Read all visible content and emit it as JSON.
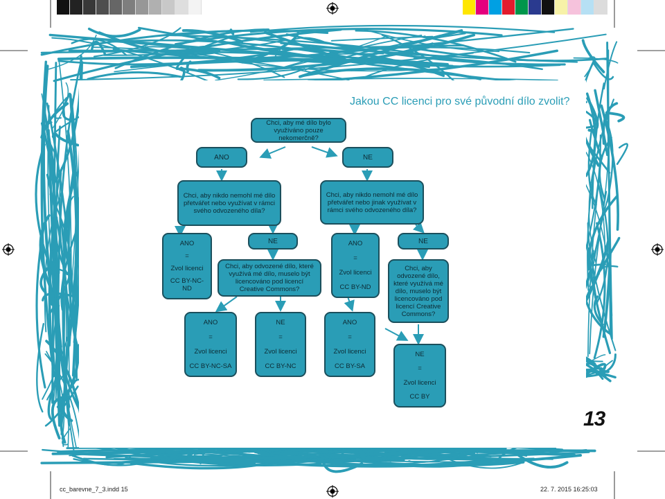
{
  "page": {
    "title": "Jakou CC licenci pro své původní dílo zvolit?",
    "page_number": "13"
  },
  "colors": {
    "node_fill": "#2a9db6",
    "node_border": "#1b4f5c",
    "arrow": "#2a9db6",
    "scribble": "#2a9db6"
  },
  "flow": {
    "q1": "Chci, aby mé dílo bylo využíváno pouze nekomerčně?",
    "q1_yes": "ANO",
    "q1_no": "NE",
    "q2a": "Chci, aby nikdo nemohl mé dílo přetvářet nebo využívat v rámci svého odvozeného díla?",
    "q2b": "Chci, aby nikdo nemohl mé dílo přetvářet nebo jinak využívat v rámci svého odvozeného díla?",
    "r_ncnd": {
      "answer": "ANO",
      "eq": "=",
      "choose": "Zvol licenci",
      "license": "CC BY-NC-ND"
    },
    "q2a_no": "NE",
    "q3a": "Chci, aby odvozené dílo, které využívá mé dílo, muselo být licencováno pod licencí Creative Commons?",
    "r_nd": {
      "answer": "ANO",
      "eq": "=",
      "choose": "Zvol licenci",
      "license": "CC BY-ND"
    },
    "q2b_no": "NE",
    "q3b": "Chci, aby odvozené dílo, které využívá mé dílo, muselo být licencováno pod licencí Creative Commons?",
    "r_ncsa": {
      "answer": "ANO",
      "eq": "=",
      "choose": "Zvol licenci",
      "license": "CC BY-NC-SA"
    },
    "r_nc": {
      "answer": "NE",
      "eq": "=",
      "choose": "Zvol licenci",
      "license": "CC BY-NC"
    },
    "r_sa": {
      "answer": "ANO",
      "eq": "=",
      "choose": "Zvol licenci",
      "license": "CC BY-SA"
    },
    "r_by": {
      "answer": "NE",
      "eq": "=",
      "choose": "Zvol licenci",
      "license": "CC BY"
    }
  },
  "footer": {
    "file": "cc_barevne_7_3.indd 15",
    "timestamp": "22. 7. 2015   16:25:03"
  }
}
